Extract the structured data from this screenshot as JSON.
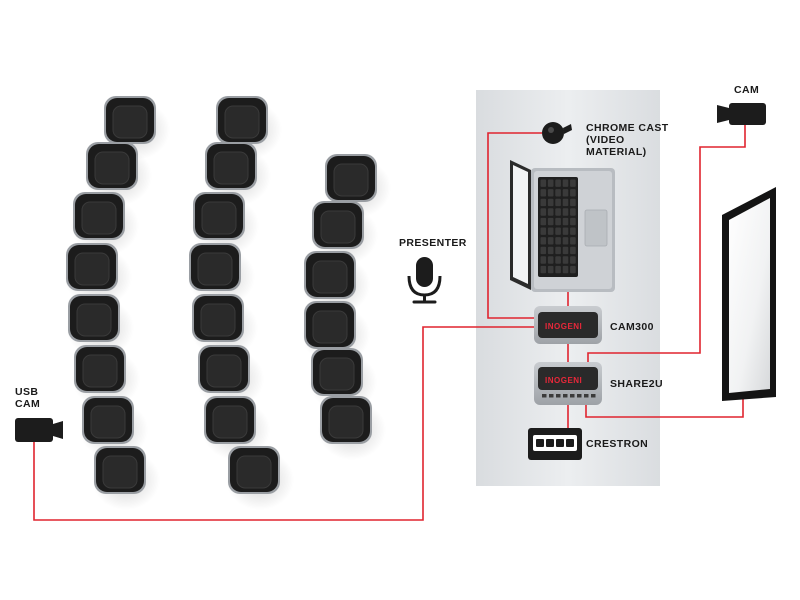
{
  "labels": {
    "usb_cam": "USB\nCAM",
    "presenter": "PRESENTER",
    "chrome_cast": "CHROME CAST\n(VIDEO\nMATERIAL)",
    "cam": "CAM",
    "cam300": "CAM300",
    "share2u": "SHARE2U",
    "crestron": "CRESTRON"
  },
  "device_brand": "INOGENI",
  "colors": {
    "cable": "#e0242f",
    "panel": "#e6e8ea",
    "chair": "#1c1c1c",
    "device_brand": "#e8283a"
  },
  "icons": {
    "usb_cam": "camera-icon",
    "cam": "camera-icon",
    "presenter": "microphone-icon",
    "chrome_cast": "chromecast-icon",
    "laptop": "laptop-icon",
    "display": "display-icon",
    "crestron": "touch-panel-icon"
  },
  "seating": {
    "rows": 3,
    "chairs_per_row": [
      8,
      8,
      6
    ]
  }
}
